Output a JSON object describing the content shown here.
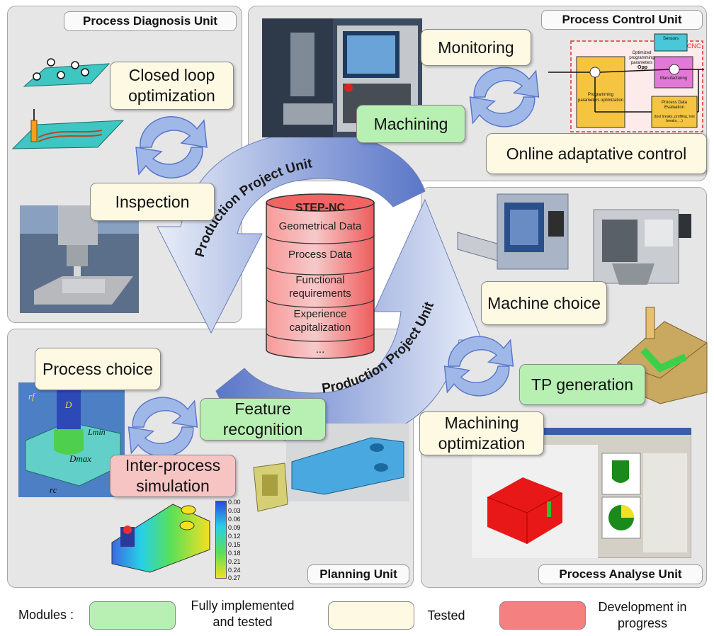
{
  "units": {
    "diagnosis": "Process Diagnosis Unit",
    "control": "Process Control Unit",
    "planning": "Planning Unit",
    "analyse": "Process Analyse Unit",
    "production": "Production Project Unit"
  },
  "labels": {
    "closed_loop": "Closed loop optimization",
    "inspection": "Inspection",
    "monitoring": "Monitoring",
    "machining": "Machining",
    "online": "Online adaptative control",
    "machine_choice": "Machine choice",
    "tp_generation": "TP generation",
    "machining_opt": "Machining optimization",
    "process_choice": "Process choice",
    "feature_recognition": "Feature recognition",
    "inter_process": "Inter-process simulation"
  },
  "stepnc": {
    "title": "STEP-NC",
    "items": [
      "Geometrical Data",
      "Process Data",
      "Functional requirements",
      "Experience capitalization",
      "..."
    ]
  },
  "cnc_diagram": {
    "sensors": "Sensors",
    "cnc": "CNC",
    "optimized": "Optimized programming parameters",
    "opp": "Opp",
    "programming": "Programming parameters optimization",
    "manufacturing": "Manufacturing",
    "evaluation": "Process Data Evaluation",
    "evaluation_sub": "(tool breaks, profiling, tool breaks, ...)"
  },
  "scale": {
    "values": [
      "0.00",
      "0.03",
      "0.06",
      "0.09",
      "0.12",
      "0.15",
      "0.18",
      "0.21",
      "0.24",
      "0.27"
    ]
  },
  "part_dims": {
    "rf": "rf",
    "d": "D",
    "lmin": "Lmin",
    "dmax": "Dmax",
    "rc": "rc"
  },
  "legend": {
    "modules": "Modules :",
    "full": "Fully implemented and tested",
    "tested": "Tested",
    "dev": "Development in progress"
  },
  "colors": {
    "green": "#b8f0b4",
    "cream": "#fdf9e3",
    "pink": "#f7c4c4",
    "cylinder": "#f26464"
  }
}
